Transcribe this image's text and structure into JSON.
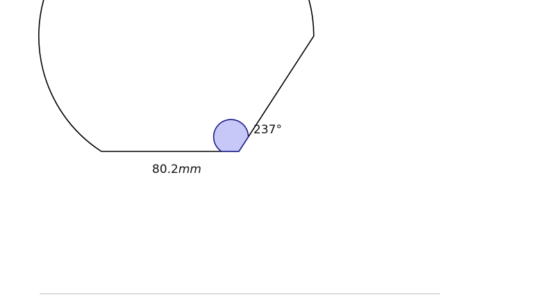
{
  "figure": {
    "radius_label": {
      "number": "80.2",
      "unit": "mm"
    },
    "angle_label": "237°",
    "angle_degrees": 237,
    "colors": {
      "stroke": "#000000",
      "angle_fill": "#c8c8f8",
      "angle_stroke": "#1a1a8c",
      "divider": "#c8c8c8"
    }
  }
}
